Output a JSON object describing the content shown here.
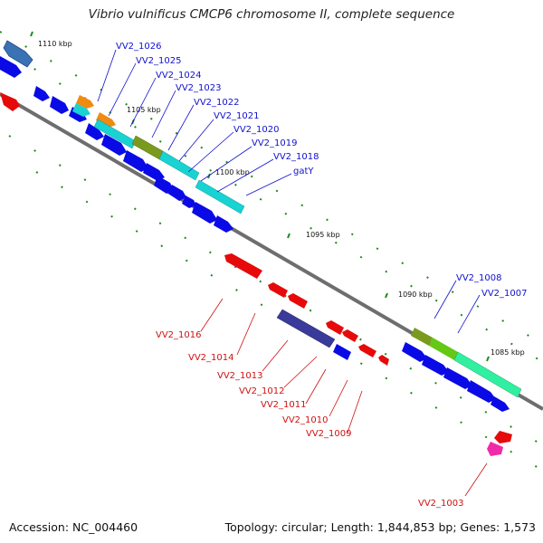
{
  "header": {
    "title": "Vibrio vulnificus CMCP6 chromosome II, complete sequence"
  },
  "footer": {
    "accession": "Accession: NC_004460",
    "topology": "Topology: circular; Length: 1,844,853 bp; Genes: 1,573"
  },
  "scale_labels": [
    "1110 kbp",
    "1105 kbp",
    "1100 kbp",
    "1095 kbp",
    "1090 kbp",
    "1085 kbp"
  ],
  "gene_labels_plus": [
    "VV2_1026",
    "VV2_1025",
    "VV2_1024",
    "VV2_1023",
    "VV2_1022",
    "VV2_1021",
    "VV2_1020",
    "VV2_1019",
    "VV2_1018",
    "gatY",
    "VV2_1008",
    "VV2_1007"
  ],
  "gene_labels_minus": [
    "VV2_1016",
    "VV2_1014",
    "VV2_1013",
    "VV2_1012",
    "VV2_1011",
    "VV2_1010",
    "VV2_1009",
    "VV2_1003"
  ],
  "colors": {
    "backbone": "#6e6e6e",
    "tick": "#1f8a1f",
    "plus_gene": "#0a0ae6",
    "minus_gene": "#e60a0a",
    "cyan_feature": "#19d2d2",
    "olive_feature": "#7a9a1e",
    "slate_feature": "#3a3a9a",
    "orange_feature": "#f08a10",
    "steel_feature": "#3a72b4",
    "pink_feature": "#f02aa8",
    "green_feature": "#64c814",
    "teal_feature": "#30f0a0"
  }
}
